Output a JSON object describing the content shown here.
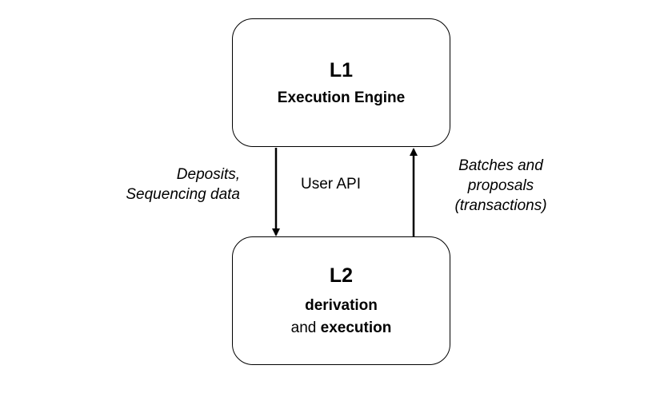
{
  "l1": {
    "title": "L1",
    "subtitle": "Execution Engine"
  },
  "l2": {
    "title": "L2",
    "line1": "derivation",
    "line2_prefix": "and ",
    "line2_bold": "execution"
  },
  "edges": {
    "down_label_line1": "Deposits,",
    "down_label_line2": "Sequencing data",
    "middle_label": "User API",
    "up_label_line1": "Batches and",
    "up_label_line2": "proposals",
    "up_label_line3": "(transactions)"
  }
}
